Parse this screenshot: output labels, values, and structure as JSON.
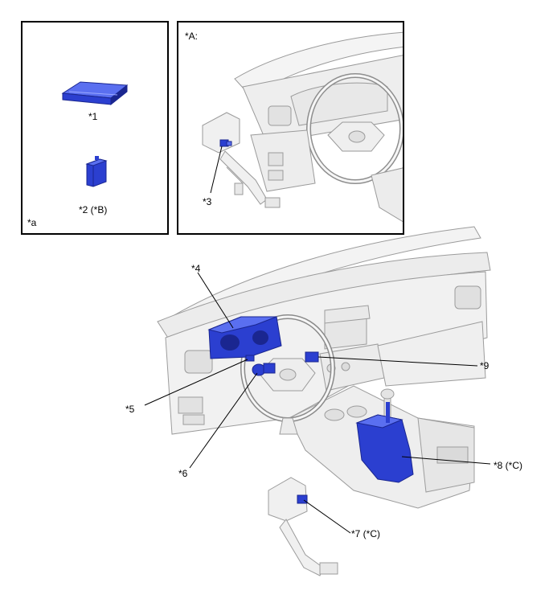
{
  "colors": {
    "part_blue": "#2b3fd0",
    "part_blue_dark": "#1a2690",
    "part_blue_light": "#5a6ff0",
    "line_gray": "#a8a8a8",
    "fill_gray": "#f1f1f1"
  },
  "labels": {
    "panel_left_part1": "*1",
    "panel_left_part2": "*2 (*B)",
    "panel_left_corner": "*a",
    "panel_a_title": "*A:",
    "panel_a_part3": "*3",
    "main_part4": "*4",
    "main_part5": "*5",
    "main_part6": "*6",
    "main_part7": "*7 (*C)",
    "main_part8": "*8 (*C)",
    "main_part9": "*9"
  }
}
